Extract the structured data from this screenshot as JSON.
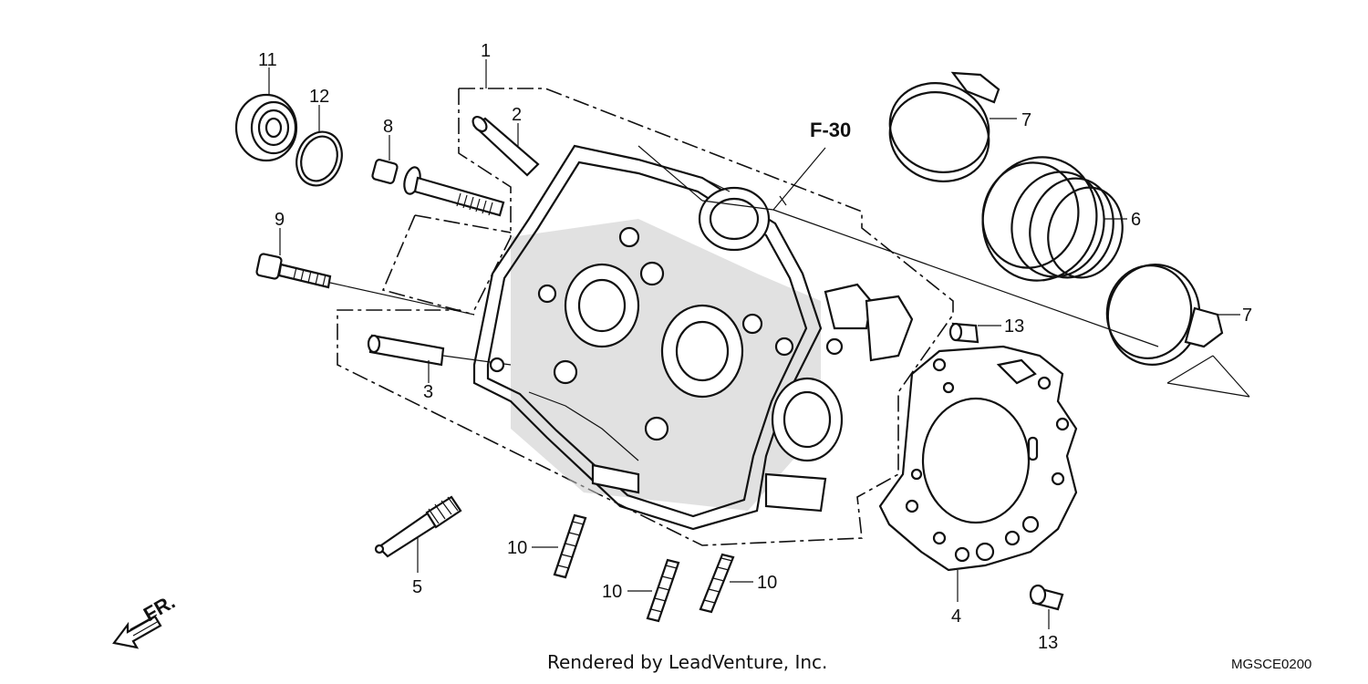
{
  "diagram": {
    "callouts": [
      {
        "id": "c1",
        "text": "1"
      },
      {
        "id": "c2",
        "text": "2"
      },
      {
        "id": "c3",
        "text": "3"
      },
      {
        "id": "c4",
        "text": "4"
      },
      {
        "id": "c5",
        "text": "5"
      },
      {
        "id": "c6",
        "text": "6"
      },
      {
        "id": "c7a",
        "text": "7"
      },
      {
        "id": "c7b",
        "text": "7"
      },
      {
        "id": "c8",
        "text": "8"
      },
      {
        "id": "c9",
        "text": "9"
      },
      {
        "id": "c10a",
        "text": "10"
      },
      {
        "id": "c10b",
        "text": "10"
      },
      {
        "id": "c10c",
        "text": "10"
      },
      {
        "id": "c11",
        "text": "11"
      },
      {
        "id": "c12",
        "text": "12"
      },
      {
        "id": "c13a",
        "text": "13"
      },
      {
        "id": "c13b",
        "text": "13"
      }
    ],
    "reference": "F-30",
    "direction": "FR.",
    "footer": "Rendered by LeadVenture, Inc.",
    "drawing_code": "MGSCE0200"
  }
}
